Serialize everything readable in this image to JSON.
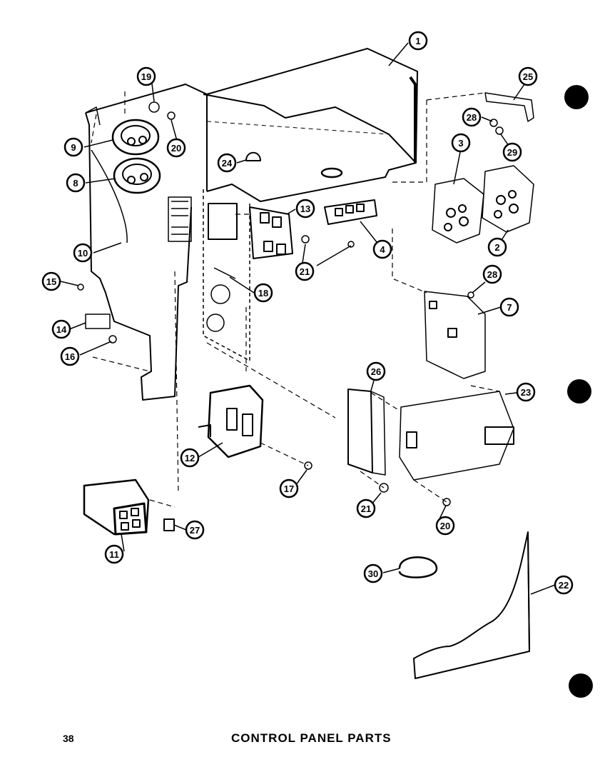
{
  "page": {
    "number": "38",
    "title": "CONTROL PANEL PARTS"
  },
  "callouts": {
    "c1": "1",
    "c2": "2",
    "c3": "3",
    "c4": "4",
    "c7": "7",
    "c8": "8",
    "c9": "9",
    "c10": "10",
    "c11": "11",
    "c12": "12",
    "c13": "13",
    "c14": "14",
    "c15": "15",
    "c16": "16",
    "c17": "17",
    "c18": "18",
    "c19": "19",
    "c20a": "20",
    "c20b": "20",
    "c21a": "21",
    "c21b": "21",
    "c22": "22",
    "c23": "23",
    "c24": "24",
    "c25": "25",
    "c26": "26",
    "c27": "27",
    "c28a": "28",
    "c28b": "28",
    "c29": "29",
    "c30": "30"
  },
  "colors": {
    "ink": "#000000",
    "paper": "#ffffff"
  }
}
